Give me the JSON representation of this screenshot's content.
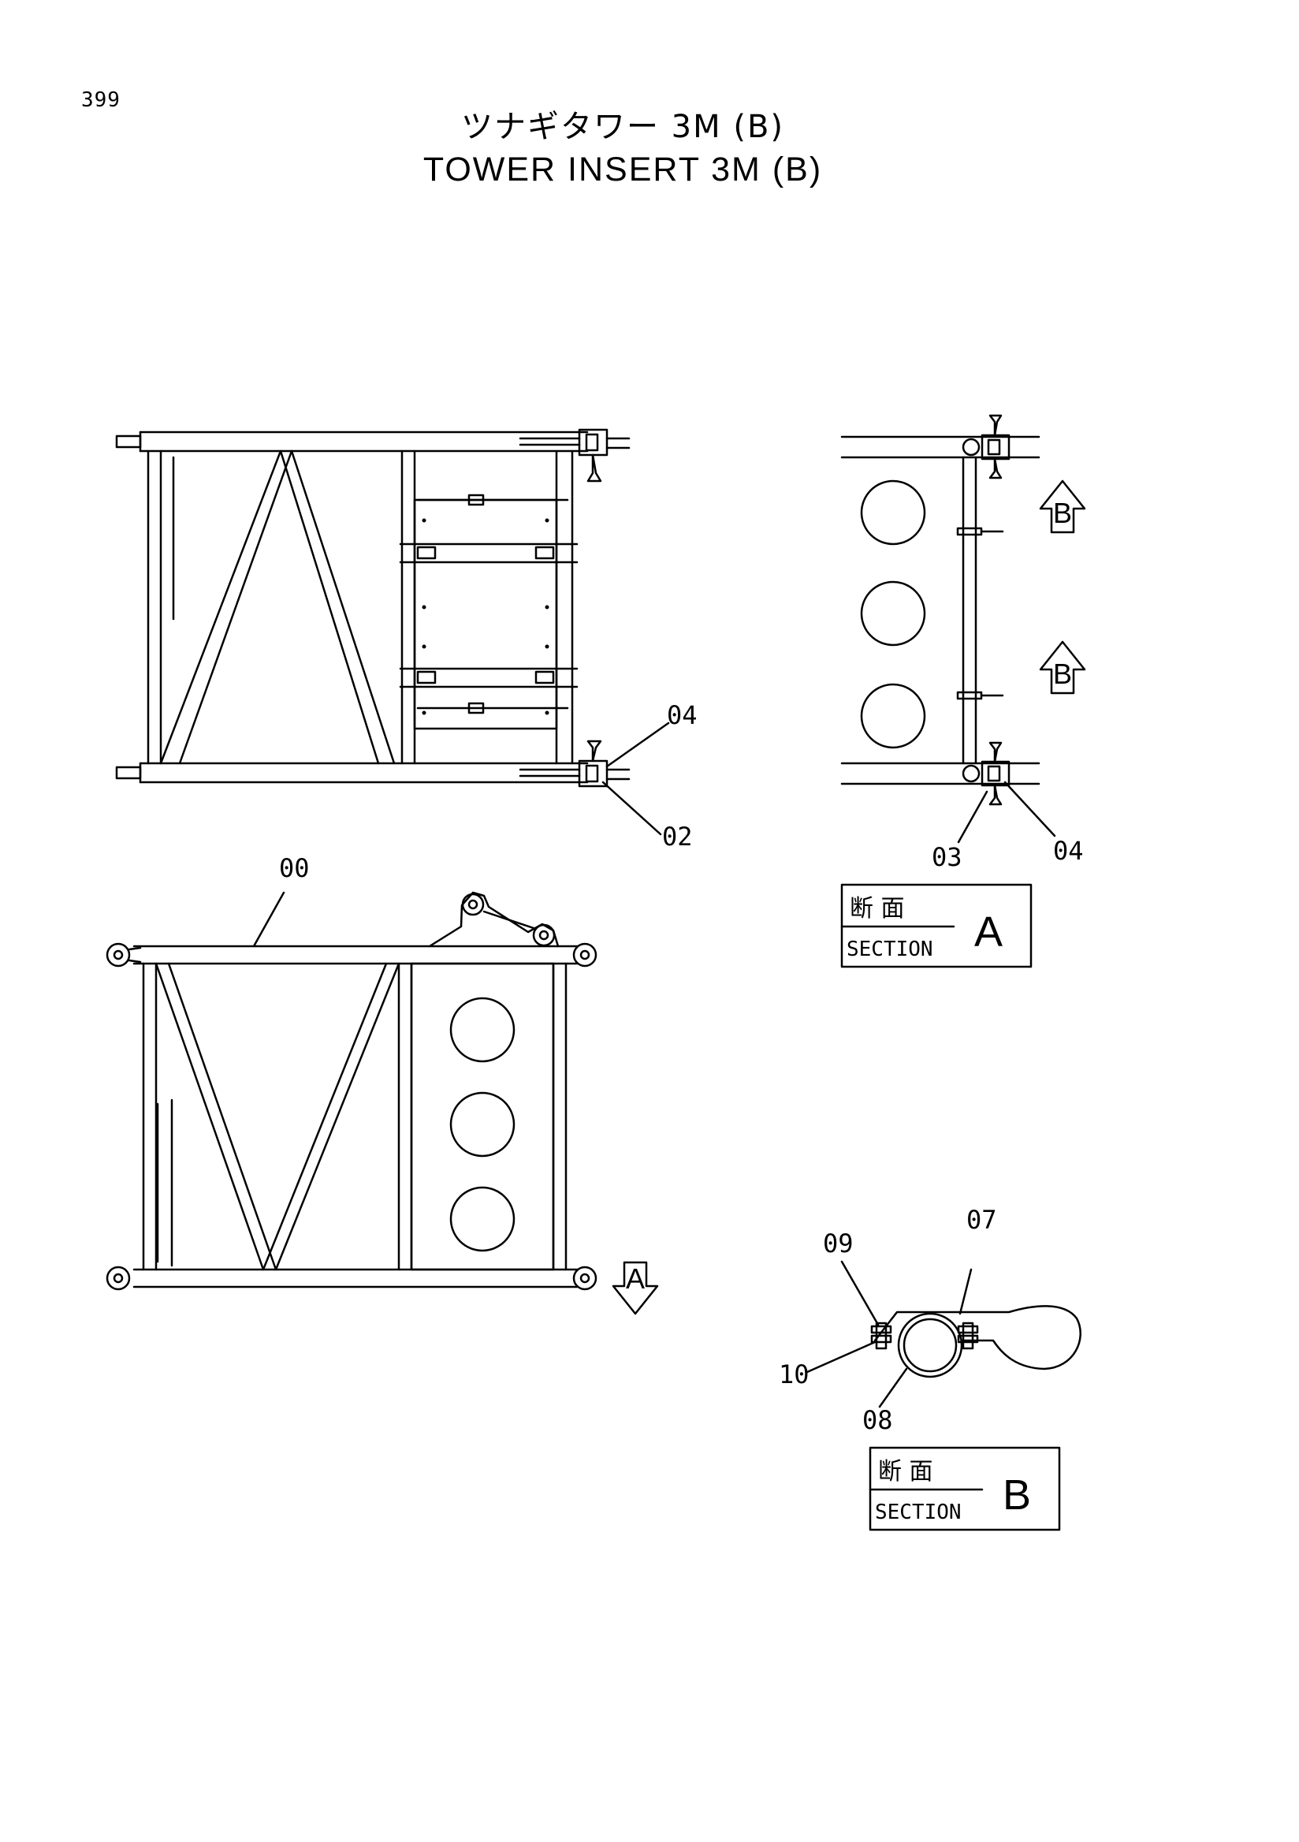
{
  "page": {
    "number": "399"
  },
  "title": {
    "japanese": "ツナギタワー 3M (B)",
    "english": "TOWER INSERT 3M (B)"
  },
  "part_labels": [
    "00",
    "02",
    "03",
    "04",
    "04",
    "07",
    "08",
    "09",
    "10"
  ],
  "view_arrows": {
    "top_1": "B",
    "top_2": "B",
    "bottom": "A"
  },
  "sections": [
    {
      "japanese": "断 面",
      "english": "SECTION",
      "letter": "A"
    },
    {
      "japanese": "断 面",
      "english": "SECTION",
      "letter": "B"
    }
  ]
}
